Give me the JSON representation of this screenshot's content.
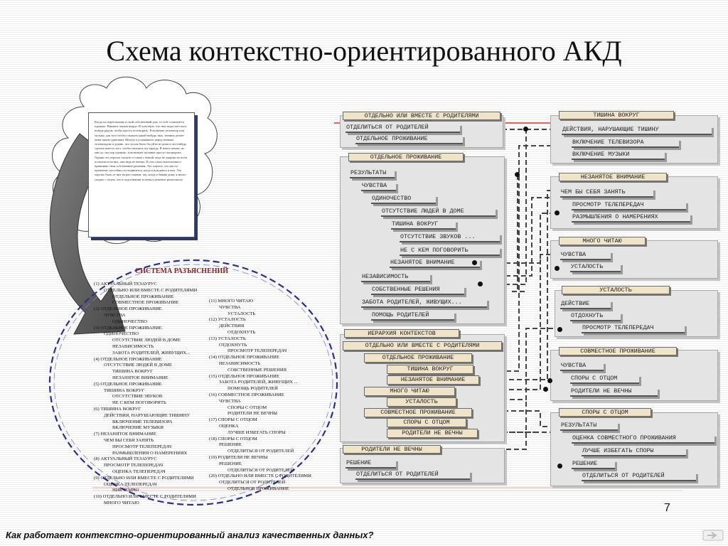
{
  "title": "Схема контекстно-ориентированного АКД",
  "document_text": "Когда ты переезжаешь в свой собственный дом, то тебе становится одиноко. Никаких звуков вокруг. В чувствую, что мне недостает кого-нибудь рядом, чтобы просто поговорить. Я включаю телевизор или музыку, для того чтобы слышать какой-нибудь звук, тишина делает меня таким одиноким. Иногда я усаживаюсь перед ночным телевизором и думаю, что лучше было бы уйти из дома и что-нибудь сделать вместо того, чтобы смотреть эту ерунду. Я много читаю, но мне до сих пор одиноко, и возникает желание просто поговорить. Однако это хорошо съехать от папы с мамой, ведь не здорово во всем полагаться на них, они ведь не вечны. Я стал самостоятельным и принимаю свои собственные решения. Это хорошо, что мы по-прежнему способны отсоединиться, когда я нуждаюсь в них. Это хорошо быть от них на расстоянии, так, когда я бываю дома, я много спорил с отцом, что в подсознании за меня в решение разъехаться.",
  "system": {
    "title": "СИСТЕМА РАЗЪЯСНЕНИЙ",
    "col1": [
      "(1) АКТУАЛЬНЫЙ ТЕЗАУРУС",
      "ОТДЕЛЬНО ИЛИ ВМЕСТЕ С РОДИТЕЛЯМИ",
      "ОТДЕЛЬНОЕ ПРОЖИВАНИЕ",
      "СОВМЕСТНОЕ ПРОЖИВАНИЕ",
      "(2) ОТДЕЛЬНОЕ ПРОЖИВАНИЕ",
      "ЧУВСТВА",
      "ОДИНОЧЕСТВО",
      "(3) ОТДЕЛЬНОЕ ПРОЖИВАНИЕ",
      "ОДИНОЧЕСТВО",
      "ОТСУТСТВИЕ ЛЮДЕЙ В ДОМЕ",
      "НЕЗАВИСИМОСТЬ",
      "ЗАБОТА РОДИТЕЛЕЙ, ЖИВУЩИХ...",
      "(4) ОТДЕЛЬНОЕ ПРОЖИВАНИЕ",
      "ОТСУТСТВИЕ ЛЮДЕЙ В ДОМЕ",
      "ТИШИНА ВОКРУГ",
      "НЕЗАНЯТОЕ ВНИМАНИЕ",
      "(5) ОТДЕЛЬНОЕ ПРОЖИВАНИЕ",
      "ТИШИНА ВОКРУГ",
      "ОТСУТСТВИЕ ЗВУКОВ",
      "НЕ С КЕМ ПОГОВОРИТЬ",
      "(6) ТИШИНА ВОКРУГ",
      "ДЕЙСТВИЯ, НАРУШАЮЩИЕ ТИШИНУ",
      "ВКЛЮЧЕНИЕ ТЕЛЕВИЗОРА",
      "ВКЛЮЧЕНИЕ МУЗЫКИ",
      "(7) НЕЗАНЯТОЕ ВНИМАНИЕ",
      "ЧЕМ БЫ СЕБЯ ЗАНЯТЬ",
      "ПРОСМОТР ТЕЛЕПЕРЕДАЧ",
      "РАЗМЫШЛЕНИЯ О НАМЕРЕНИЯХ",
      "(8) АКТУАЛЬНЫЙ ТЕЗАУРУС",
      "ПРОСМОТР ТЕЛЕПЕРЕДАЧ",
      "ОЦЕНКА ТЕЛЕПЕРЕДАЧ",
      "(9) ОТДЕЛЬНО ИЛИ ВМЕСТЕ С РОДИТЕЛЯМИ",
      "ОЦЕНКА ТЕЛЕПЕРЕДАЧ",
      "НИКЧЕМНО",
      "(10) ОТДЕЛЬНО ИЛИ ВМЕСТЕ С РОДИТЕЛЯМИ",
      "МНОГО ЧИТАЮ"
    ],
    "col2": [
      "(11) МНОГО ЧИТАЮ",
      "ЧУВСТВА",
      "УСТАЛОСТЬ",
      "(12) УСТАЛОСТЬ",
      "ДЕЙСТВИЯ",
      "ОТДОХНУТЬ",
      "(13) УСТАЛОСТЬ",
      "ОТДОХНУТЬ",
      "ПРОСМОТР ТЕЛЕПЕРЕДАЧ",
      "(14) ОТДЕЛЬНОЕ ПРОЖИВАНИЕ",
      "НЕЗАВИСИМОСТЬ",
      "СОБСТВЕННЫЕ РЕШЕНИЯ",
      "(15) ОТДЕЛЬНОЕ ПРОЖИВАНИЕ",
      "ЗАБОТА РОДИТЕЛЕЙ, ЖИВУЩИХ ...",
      "ПОМОЩЬ РОДИТЕЛЕЙ",
      "(16) СОВМЕСТНОЕ ПРОЖИВАНИЕ",
      "ЧУВСТВА",
      "СПОРЫ С ОТЦОМ",
      "РОДИТЕЛИ НЕ ВЕЧНЫ",
      "(17) СПОРЫ С ОТЦОМ",
      "ОЦЕНКА",
      "ЛУЧШЕ ИЗБЕГАТЬ СПОРЫ",
      "(18) СПОРЫ С ОТЦОМ",
      "РЕШЕНИЕ",
      "ОТДЕЛИТЬСЯ ОТ РОДИТЕЛЕЙ",
      "(19) РОДИТЕЛИ НЕ ВЕЧНЫ",
      "РЕШЕНИЕ",
      "ОТДЕЛИТЬСЯ ОТ РОДИТЕЛЕЙ",
      "(20) ОТДЕЛЬНО ИЛИ ВМЕСТЕ С РОДИТЕЛЯМИ",
      "ОТДЕЛИТЬСЯ ОТ РОДИТЕЛЕЙ",
      "ОТДЕЛЬНОЕ ПРОЖИВАНИЕ"
    ]
  },
  "mid": {
    "p1_header": "ОТДЕЛЬНО ИЛИ ВМЕСТЕ С РОДИТЕЛЯМИ",
    "p1_items": [
      "ОТДЕЛИТЬСЯ ОТ РОДИТЕЛЕЙ",
      "ОТДЕЛЬНОЕ ПРОЖИВАНИЕ"
    ],
    "p2_header": "ОТДЕЛЬНОЕ ПРОЖИВАНИЕ",
    "p2_items": [
      "РЕЗУЛЬТАТЫ",
      "ЧУВСТВА",
      "ОДИНОЧЕСТВО",
      "ОТСУТСТВИЕ ЛЮДЕЙ В ДОМЕ",
      "ТИШИНА ВОКРУГ",
      "ОТСУТСТВИЕ ЗВУКОВ ...",
      "НЕ С КЕМ ПОГОВОРИТЬ",
      "НЕЗАНЯТОЕ ВНИМАНИЕ",
      "НЕЗАВИСИМОСТЬ",
      "СОБСТВЕННЫЕ РЕШЕНИЯ",
      "ЗАБОТА РОДИТЕЛЕЙ, ЖИВУЩИХ...",
      "ПОМОЩЬ РОДИТЕЛЕЙ"
    ],
    "p3_header": "ИЕРАРХИЯ КОНТЕКСТОВ",
    "p3_items": [
      "ОТДЕЛЬНО ИЛИ ВМЕСТЕ С РОДИТЕЛЯМИ",
      "ОТДЕЛЬНОЕ ПРОЖИВАНИЕ",
      "ТИШИНА ВОКРУГ",
      "НЕЗАНЯТОЕ ВНИМАНИЕ",
      "МНОГО ЧИТАЮ",
      "УСТАЛОСТЬ",
      "СОВМЕСТНОЕ ПРОЖИВАНИЕ",
      "СПОРЫ С ОТЦОМ",
      "РОДИТЕЛИ НЕ ВЕЧНЫ"
    ],
    "p4_header": "РОДИТЕЛИ НЕ ВЕЧНЫ",
    "p4_items": [
      "РЕШЕНИЕ",
      "ОТДЕЛИТЬСЯ ОТ РОДИТЕЛЕЙ"
    ]
  },
  "right": {
    "r1_header": "ТИШИНА ВОКРУГ",
    "r1_items": [
      "ДЕЙСТВИЯ, НАРУШАЮЩИЕ ТИШИНУ",
      "ВКЛЮЧЕНИЕ ТЕЛЕВИЗОРА",
      "ВКЛЮЧЕНИЕ МУЗЫКИ"
    ],
    "r2_header": "НЕЗАНЯТОЕ ВНИМАНИЕ",
    "r2_items": [
      "ЧЕМ БЫ СЕБЯ ЗАНЯТЬ",
      "ПРОСМОТР ТЕЛЕПЕРЕДАЧ",
      "РАЗМЫШЛЕНИЯ О НАМЕРЕНИЯХ"
    ],
    "r3_header": "МНОГО ЧИТАЮ",
    "r3_items": [
      "ЧУВСТВА",
      "УСТАЛОСТЬ"
    ],
    "r4_header": "УСТАЛОСТЬ",
    "r4_items": [
      "ДЕЙСТВИЕ",
      "ОТДОХНУТЬ",
      "ПРОСМОТР ТЕЛЕПЕРЕДАЧ"
    ],
    "r5_header": "СОВМЕСТНОЕ ПРОЖИВАНИЕ",
    "r5_items": [
      "ЧУВСТВА",
      "СПОРЫ С ОТЦОМ",
      "РОДИТЕЛИ НЕ ВЕЧНЫ"
    ],
    "r6_header": "СПОРЫ С ОТЦОМ",
    "r6_items": [
      "РЕЗУЛЬТАТЫ",
      "ОЦЕНКА СОВМЕСТНОГО ПРОЖИВАНИЯ",
      "ЛУЧШЕ ИЗБЕГАТЬ СПОРЫ",
      "РЕШЕНИЕ",
      "ОТДЕЛИТЬСЯ ОТ РОДИТЕЛЕЙ"
    ]
  },
  "footer": "Как работает контекстно-ориентированный анализ качественных данных?",
  "page_number": "7",
  "colors": {
    "accent": "#d23b2f",
    "ellipse": "#2a2f8f",
    "arrow": "#555555",
    "box_fill": "#efe4c8"
  }
}
